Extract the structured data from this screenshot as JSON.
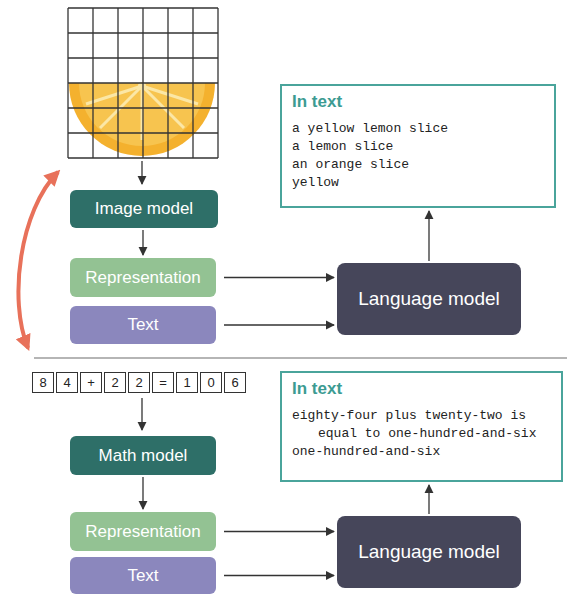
{
  "diagram": {
    "nodes": [
      {
        "text": [
          "Image model"
        ]
      },
      {
        "text": [
          "Representation"
        ]
      },
      {
        "text": [
          "Text"
        ]
      },
      {
        "text": [
          "Language model"
        ]
      },
      {
        "text": [
          "In text",
          "a yellow lemon slice",
          "a lemon slice",
          "an orange slice",
          "yellow"
        ]
      },
      {
        "text": [
          "Math model"
        ]
      },
      {
        "text": [
          "Representation"
        ]
      },
      {
        "text": [
          "Text"
        ]
      },
      {
        "text": [
          "Language model"
        ]
      },
      {
        "text": [
          "In text",
          "eighty-four plus twenty-two is equal to one-hundred-and-six",
          "one-hundred-and-six"
        ]
      }
    ],
    "edges": [
      {
        "from": 0,
        "to": 1,
        "arrow": "to"
      },
      {
        "from": 1,
        "to": 3,
        "arrow": "to"
      },
      {
        "from": 2,
        "to": 3,
        "arrow": "to"
      },
      {
        "from": 3,
        "to": 4,
        "arrow": "to"
      },
      {
        "from": 5,
        "to": 6,
        "arrow": "to"
      },
      {
        "from": 6,
        "to": 8,
        "arrow": "to"
      },
      {
        "from": 7,
        "to": 8,
        "arrow": "to"
      },
      {
        "from": 8,
        "to": 9,
        "arrow": "to"
      }
    ],
    "labels": [
      "8",
      "4",
      "+",
      "2",
      "2",
      "=",
      "1",
      "0",
      "6"
    ]
  }
}
